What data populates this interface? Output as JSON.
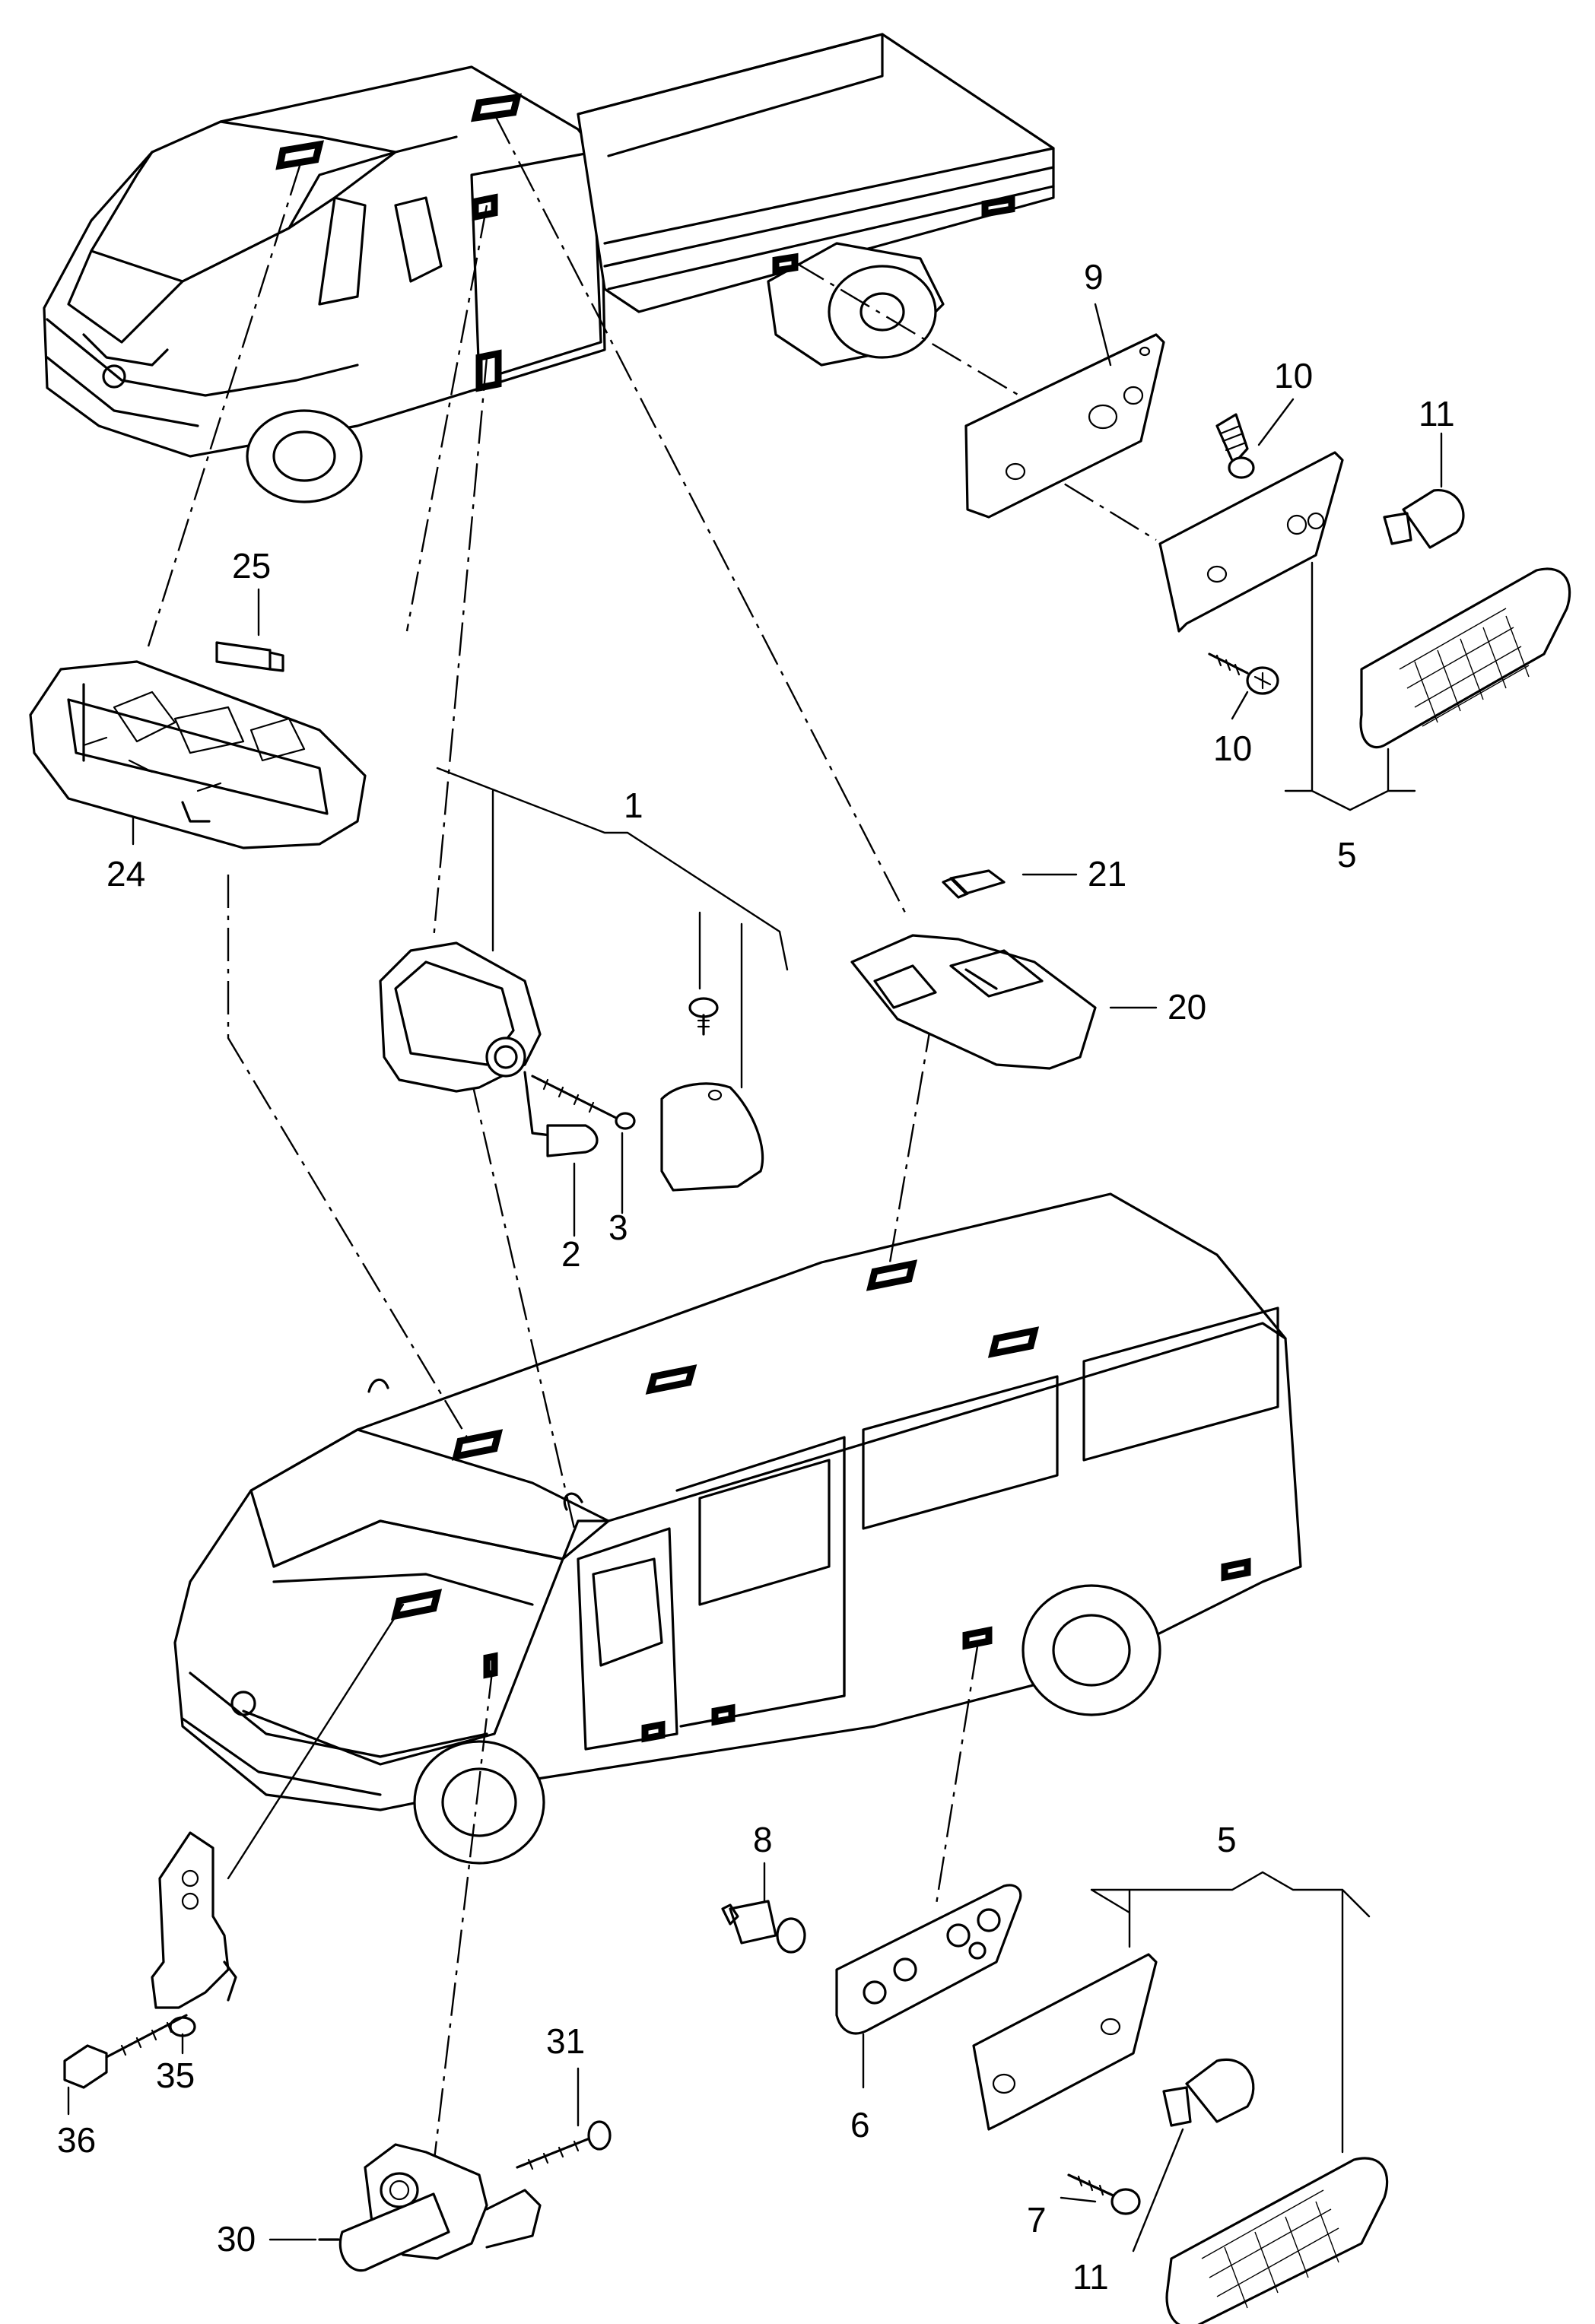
{
  "callouts": {
    "c1": "1",
    "c2": "2",
    "c3": "3",
    "c5a": "5",
    "c5b": "5",
    "c6": "6",
    "c7": "7",
    "c8": "8",
    "c9": "9",
    "c10a": "10",
    "c10b": "10",
    "c11a": "11",
    "c11b": "11",
    "c20": "20",
    "c21": "21",
    "c24": "24",
    "c25": "25",
    "c30": "30",
    "c31": "31",
    "c35": "35",
    "c36": "36"
  }
}
